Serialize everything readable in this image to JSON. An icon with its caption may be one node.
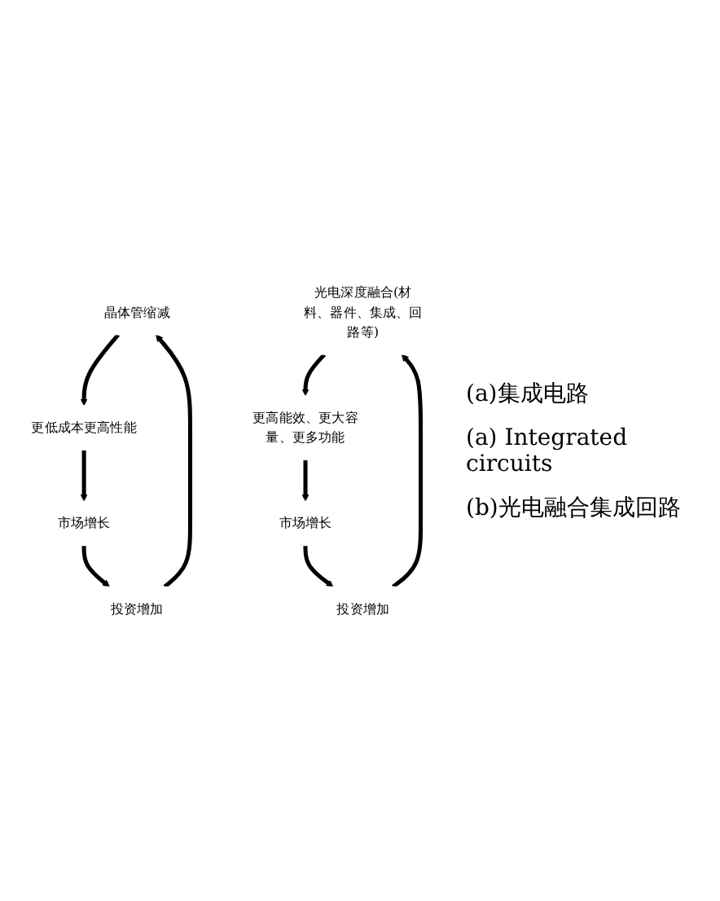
{
  "diagram": {
    "nodes": [
      {
        "text": [
          "晶体管缩减"
        ]
      },
      {
        "text": [
          "更低成本更高性能"
        ]
      },
      {
        "text": [
          "市场增长"
        ]
      },
      {
        "text": [
          "投资增加"
        ]
      },
      {
        "text": [
          "光电深度融合(材料、器件、集成、回路等)"
        ]
      },
      {
        "text": [
          "更高能效、更大容量、更多功能"
        ]
      },
      {
        "text": [
          "市场增长"
        ]
      },
      {
        "text": [
          "投资增加"
        ]
      }
    ],
    "edges": [
      {
        "from": 0,
        "to": 1,
        "arrow": "to"
      },
      {
        "from": 1,
        "to": 2,
        "arrow": "to"
      },
      {
        "from": 2,
        "to": 3,
        "arrow": "to"
      },
      {
        "from": 3,
        "to": 0,
        "arrow": "to"
      },
      {
        "from": 4,
        "to": 5,
        "arrow": "to"
      },
      {
        "from": 5,
        "to": 6,
        "arrow": "to"
      },
      {
        "from": 6,
        "to": 7,
        "arrow": "to"
      },
      {
        "from": 7,
        "to": 4,
        "arrow": "to"
      }
    ],
    "labels": [
      "(a)集成电路",
      "(a) Integrated circuits",
      "(b)光电融合集成回路"
    ]
  }
}
